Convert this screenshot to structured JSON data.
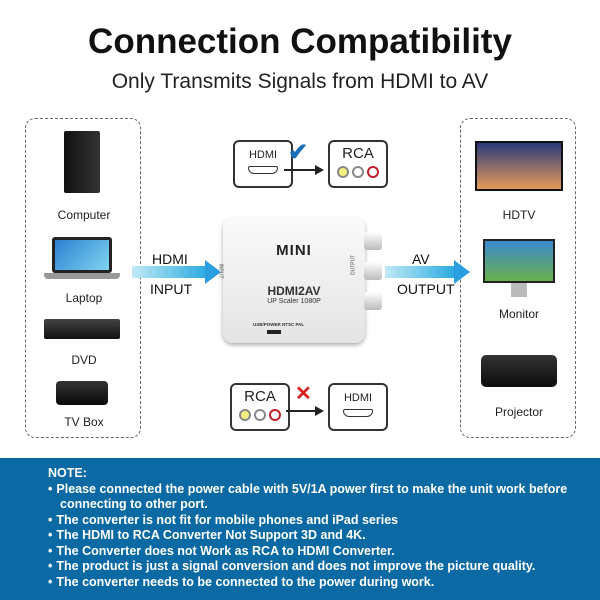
{
  "title": "Connection Compatibility",
  "subtitle": "Only Transmits Signals from HDMI to AV",
  "inputs": [
    {
      "label": "Computer",
      "icon": "computer-tower-icon"
    },
    {
      "label": "Laptop",
      "icon": "laptop-icon"
    },
    {
      "label": "DVD",
      "icon": "dvd-player-icon"
    },
    {
      "label": "TV Box",
      "icon": "tv-box-icon"
    }
  ],
  "outputs": [
    {
      "label": "HDTV",
      "icon": "tv-icon"
    },
    {
      "label": "Monitor",
      "icon": "monitor-icon"
    },
    {
      "label": "Projector",
      "icon": "projector-icon"
    }
  ],
  "input_arrow": {
    "top": "HDMI",
    "bottom": "INPUT"
  },
  "output_arrow": {
    "top": "AV",
    "bottom": "OUTPUT"
  },
  "supported": {
    "from": "HDMI",
    "to": "RCA",
    "mark": "✔"
  },
  "unsupported": {
    "from": "RCA",
    "to": "HDMI",
    "mark": "✕"
  },
  "device": {
    "brand": "MINI",
    "model": "HDMI2AV",
    "sub": "UP Scaler 1080P",
    "input_label": "INPUT",
    "output_label": "OUTPUT",
    "port_label": "USB/POWER NTSC PAL"
  },
  "colors": {
    "note_bg": "#0b69a3",
    "arrow": "#2aa9e0",
    "check": "#1a6fb5",
    "cross": "#d62020"
  },
  "note": {
    "heading": "NOTE:",
    "items": [
      "Please connected the power cable with 5V/1A power first to make the unit work before connecting to other port.",
      "The converter is not fit for mobile phones and iPad series",
      "The HDMI to RCA Converter Not Support 3D and 4K.",
      "The Converter does not Work as RCA to HDMI Converter.",
      "The product is just a signal conversion and does not improve the picture quality.",
      "The converter needs to be connected to the power during work."
    ]
  }
}
